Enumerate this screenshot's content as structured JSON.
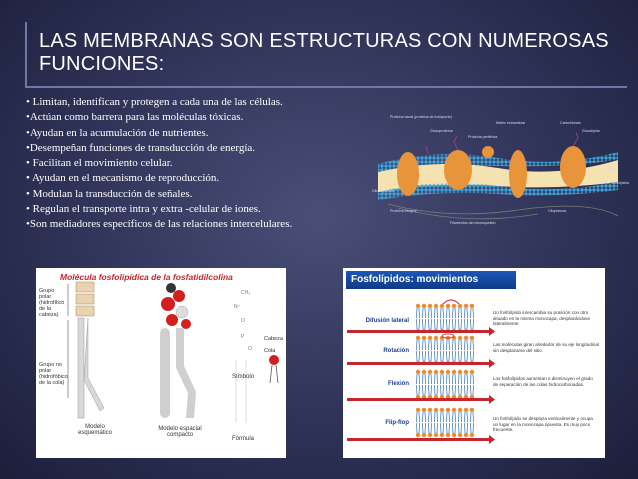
{
  "slide": {
    "title": "LAS MEMBRANAS SON ESTRUCTURAS CON NUMEROSAS FUNCIONES:",
    "bullets": [
      "• Limitan, identifican y protegen  a cada  una de las células.",
      "•Actúan como barrera para las moléculas  tóxicas.",
      "•Ayudan en la acumulación de nutrientes.",
      "•Desempeñan funciones de  transducción de  energía.",
      "• Facilitan el movimiento celular.",
      "• Ayudan en el  mecanismo de reproducción.",
      "• Modulan la transducción de señales.",
      "• Regulan  el transporte  intra y extra -celular de iones.",
      "•Son mediadores específicos de  las relaciones intercelulares."
    ]
  },
  "membrane_figure": {
    "labels": [
      "Proteína canal (proteína de transporte)",
      "Glucoproteína",
      "Proteína periférica",
      "Matriz extracelular",
      "Carbohidrato",
      "Glucolípido",
      "Colesterol",
      "Bicapa de fosfolípidos",
      "Citoesqueleto",
      "Proteína integral",
      "Filamentos del citoesqueleto",
      "Citoplasma"
    ]
  },
  "left_panel": {
    "title": "Molécula fosfolipídica de la fosfatidilcolina",
    "polar_label": "Grupo polar (hidrofílico de la cabeza)",
    "nonpolar_label": "Grupo no polar (hidrofóbico de la cola)",
    "head_label": "Cabeza",
    "tail_label": "Cola",
    "symbol_label": "Símbolo",
    "model_schematic": "Modelo esquemático",
    "model_spatial": "Modelo espacial compacto",
    "formula_label": "Fórmula"
  },
  "right_panel": {
    "title": "Fosfolípidos: movimientos",
    "rows": [
      {
        "label": "Difusión lateral",
        "desc": "Un fosfolípido intercambia su posición con otro situado en la misma monocapa, desplazándose lateralmente."
      },
      {
        "label": "Rotación",
        "desc": "Las moléculas giran alrededor de su eje longitudinal sin desplazarse del sitio."
      },
      {
        "label": "Flexión",
        "desc": "Los fosfolípidos aumentan o disminuyen el grado de separación de las colas hidrocarbonadas."
      },
      {
        "label": "Flip-flop",
        "desc": "Un fosfolípido se desplaza verticalmente y ocupa un lugar en la monocapa opuesta. Es muy poco frecuente."
      }
    ]
  },
  "colors": {
    "accent_red": "#c4262e",
    "accent_blue": "#1e57b8",
    "protein_orange": "#e8943a",
    "membrane_blue": "#3fa2d8"
  }
}
